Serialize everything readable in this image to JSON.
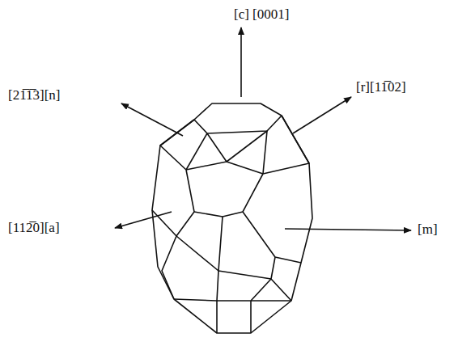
{
  "diagram": {
    "labels": [
      "[c] [0001]",
      "[21̅1̅3][n]",
      "[r][11̅02]",
      "[112̅0][a]",
      "[m]"
    ]
  }
}
